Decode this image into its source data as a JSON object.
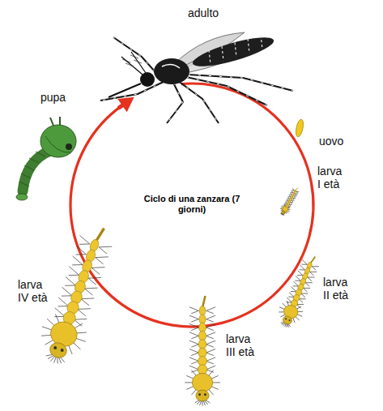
{
  "diagram": {
    "title": "Ciclo di una zanzara (7 giorni)",
    "labels": [
      "adulto",
      "uovo",
      "larva I età",
      "larva II età",
      "larva III età",
      "larva IV età",
      "pupa"
    ]
  }
}
